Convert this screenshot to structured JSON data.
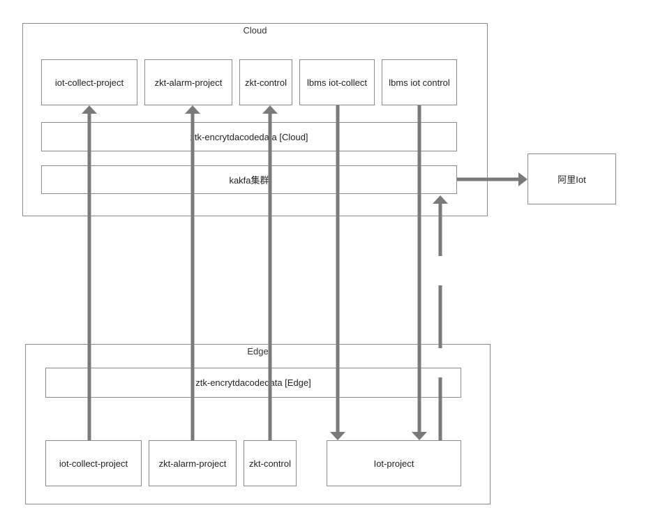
{
  "cloud": {
    "title": "Cloud",
    "services": [
      "iot-collect-project",
      "zkt-alarm-project",
      "zkt-control",
      "lbms iot-collect",
      "lbms iot control"
    ],
    "encrypt_bar": "ztk-encrytdacodedata [Cloud]",
    "kafka_bar": "kakfa集群"
  },
  "external": {
    "label": "阿里Iot"
  },
  "edge": {
    "title": "Edge",
    "encrypt_bar": "ztk-encrytdacodedata [Edge]",
    "services": [
      "iot-collect-project",
      "zkt-alarm-project",
      "zkt-control",
      "Iot-project"
    ]
  },
  "colors": {
    "border": "#8c8c8c",
    "arrow": "#7a7a7a",
    "text": "#222222"
  }
}
